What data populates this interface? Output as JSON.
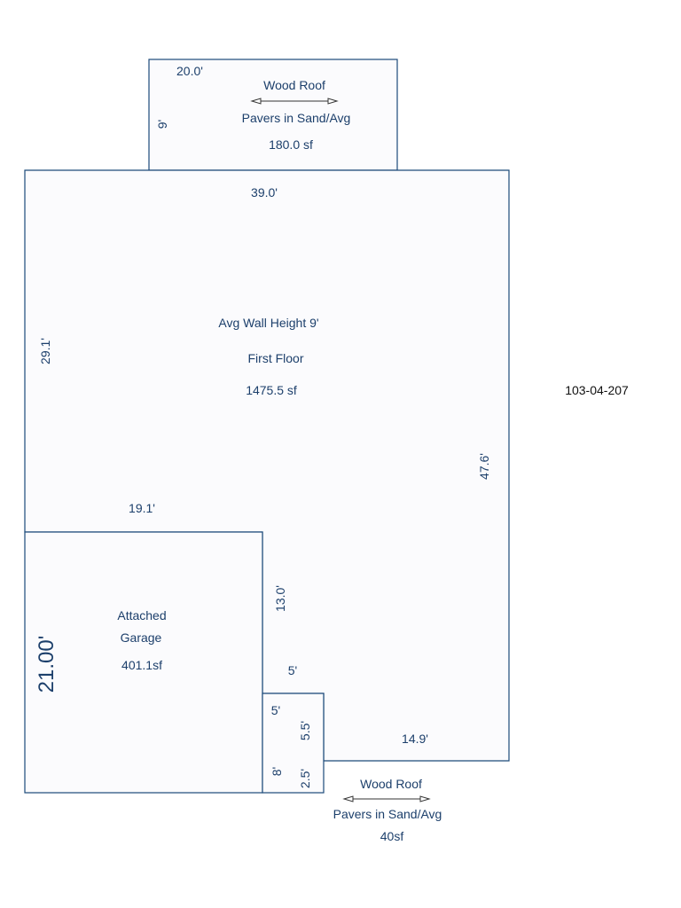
{
  "parcel_id": "103-04-207",
  "porch_top": {
    "roof": "Wood Roof",
    "material": "Pavers in Sand/Avg",
    "area": "180.0 sf",
    "dim_width": "20.0'",
    "dim_height": "9'"
  },
  "first_floor": {
    "wall_height": "Avg Wall Height 9'",
    "name": "First Floor",
    "area": "1475.5 sf",
    "dim_top": "39.0'",
    "dim_left": "29.1'",
    "dim_right": "47.6'",
    "dim_garage_top": "19.1'",
    "dim_garage_right": "13.0'",
    "dim_notch_top": "5'",
    "dim_bottom_right": "14.9'"
  },
  "garage": {
    "name_line1": "Attached",
    "name_line2": "Garage",
    "area": "401.1sf",
    "dim_left": "21.00'"
  },
  "porch_bottom": {
    "roof": "Wood Roof",
    "material": "Pavers in Sand/Avg",
    "area": "40sf",
    "dim_width": "5'",
    "dim_upper": "5.5'",
    "dim_lower": "2.5'",
    "dim_left": "8'"
  }
}
